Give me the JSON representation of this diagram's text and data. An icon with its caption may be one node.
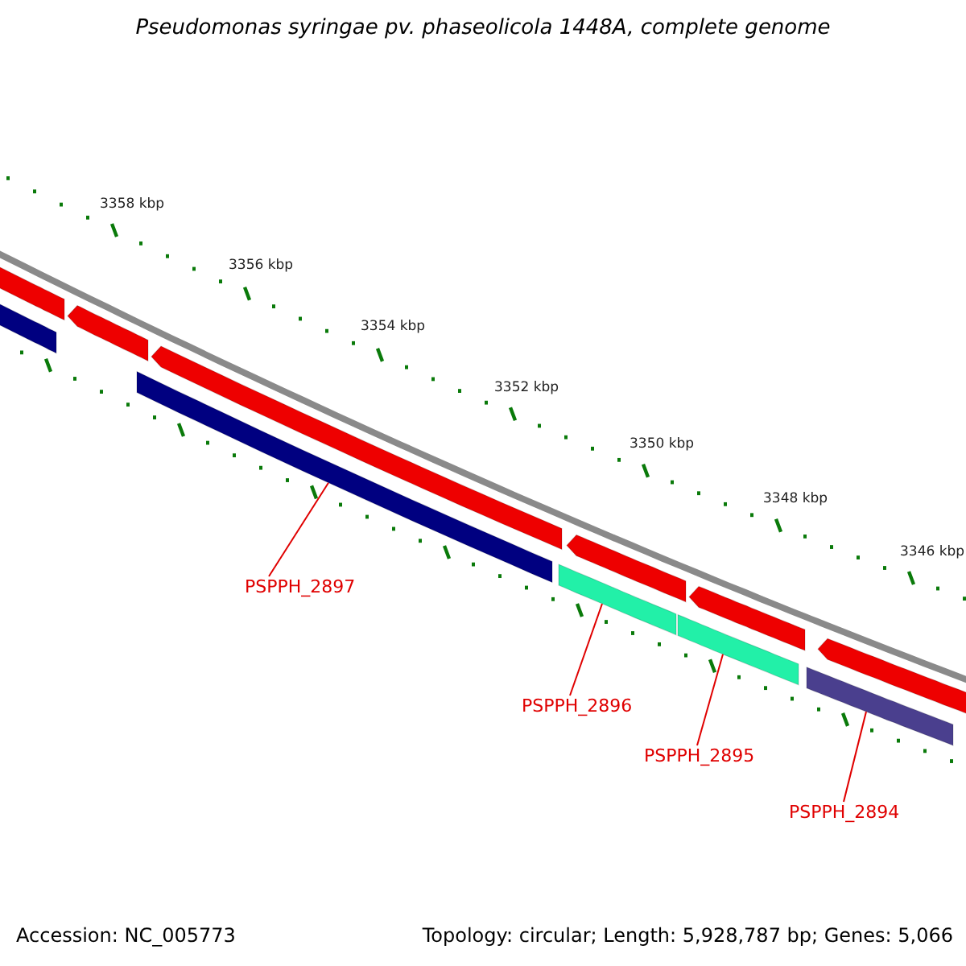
{
  "diagram": {
    "title": "Pseudomonas syringae pv. phaseolicola 1448A, complete genome",
    "nodes": [
      {
        "text": [
          "PSPPH_2897"
        ]
      },
      {
        "text": [],
        "shape": "bar"
      },
      {
        "text": [
          "PSPPH_2896"
        ]
      },
      {
        "text": [],
        "shape": "bar"
      },
      {
        "text": [
          "PSPPH_2895"
        ]
      },
      {
        "text": [],
        "shape": "bar"
      },
      {
        "text": [
          "PSPPH_2894"
        ]
      },
      {
        "text": [],
        "shape": "bar"
      }
    ],
    "edges": [
      {
        "from": 0,
        "to": 1,
        "arrow": "none"
      },
      {
        "from": 2,
        "to": 3,
        "arrow": "none"
      },
      {
        "from": 4,
        "to": 5,
        "arrow": "none"
      },
      {
        "from": 6,
        "to": 7,
        "arrow": "none"
      }
    ],
    "labels": [
      "3358 kbp",
      "3356 kbp",
      "3354 kbp",
      "3352 kbp",
      "3350 kbp",
      "3348 kbp",
      "3346 kbp",
      "Accession: NC_005773",
      "Topology: circular; Length: 5,928,787 bp; Genes: 5,066"
    ]
  }
}
